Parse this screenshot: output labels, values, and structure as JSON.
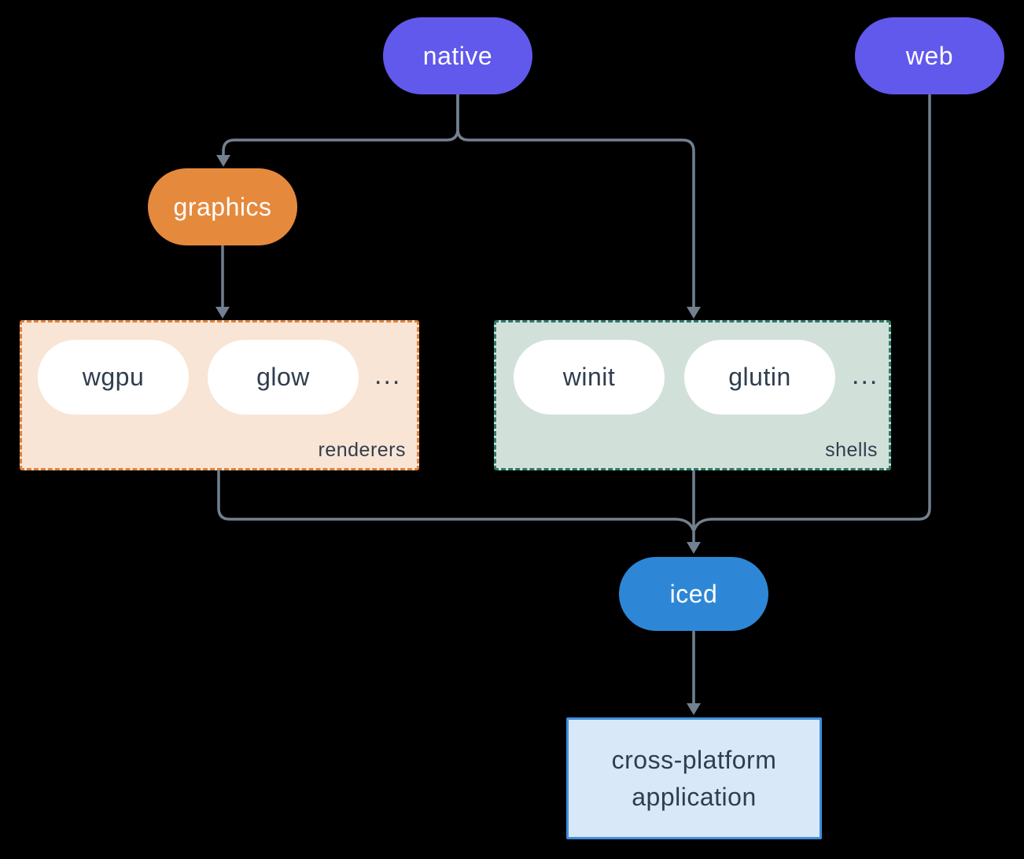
{
  "nodes": {
    "native": "native",
    "web": "web",
    "graphics": "graphics",
    "iced": "iced"
  },
  "groups": {
    "renderers": {
      "label": "renderers",
      "items": [
        "wgpu",
        "glow"
      ],
      "more": "..."
    },
    "shells": {
      "label": "shells",
      "items": [
        "winit",
        "glutin"
      ],
      "more": "..."
    }
  },
  "app": {
    "lines": [
      "cross-platform",
      "application"
    ]
  },
  "colors": {
    "background": "#000000",
    "platform_pill": "#6158ec",
    "graphics_pill": "#e5893d",
    "iced_pill": "#2e87d6",
    "white_pill": "#ffffff",
    "renderers_fill": "#f9e5d5",
    "renderers_border": "#e0813a",
    "shells_fill": "#d2e0da",
    "shells_border": "#2d7a6b",
    "app_fill": "#d9e8f8",
    "app_border": "#3e8fdb",
    "connector": "#72808f",
    "dark_text": "#2f3e4e"
  }
}
